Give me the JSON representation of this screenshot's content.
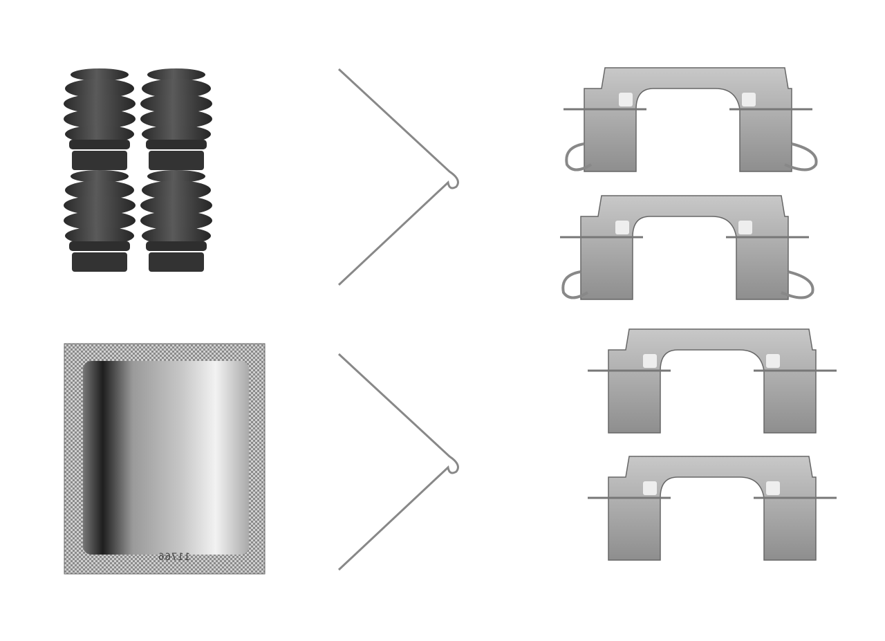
{
  "scene": {
    "background": "#ffffff",
    "items": [
      "rubber-boot",
      "rubber-boot",
      "rubber-boot",
      "rubber-boot",
      "grease-packet",
      "anti-rattle-spring",
      "anti-rattle-spring",
      "pad-clip",
      "pad-clip",
      "pad-clip",
      "pad-clip"
    ]
  },
  "packet": {
    "print": "11766"
  },
  "colors": {
    "rubber": "#3a3a3a",
    "metal": "#a8a8a8",
    "foil": "#b5b5b5"
  }
}
